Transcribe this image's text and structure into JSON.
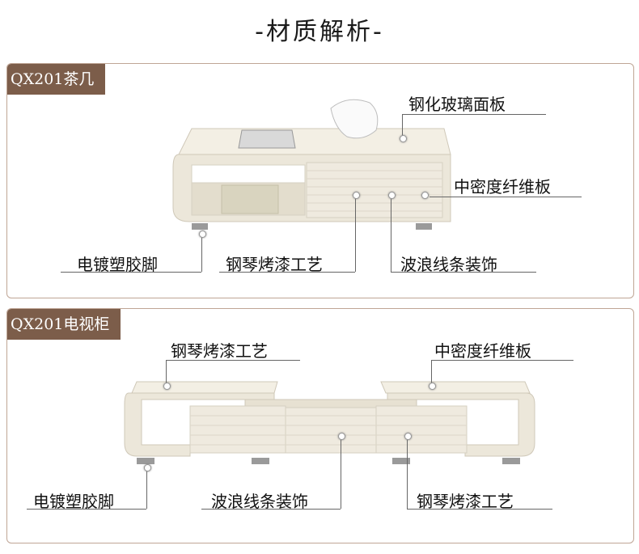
{
  "page_title": "-材质解析-",
  "coffee_table": {
    "tag": "QX201茶几",
    "labels": {
      "glass": "钢化玻璃面板",
      "mdf": "中密度纤维板",
      "feet": "电镀塑胶脚",
      "piano": "钢琴烤漆工艺",
      "lines": "波浪线条装饰"
    }
  },
  "tv_cabinet": {
    "tag": "QX201电视柜",
    "labels": {
      "piano_top": "钢琴烤漆工艺",
      "mdf": "中密度纤维板",
      "feet": "电镀塑胶脚",
      "lines": "波浪线条装饰",
      "piano_bottom": "钢琴烤漆工艺"
    }
  }
}
